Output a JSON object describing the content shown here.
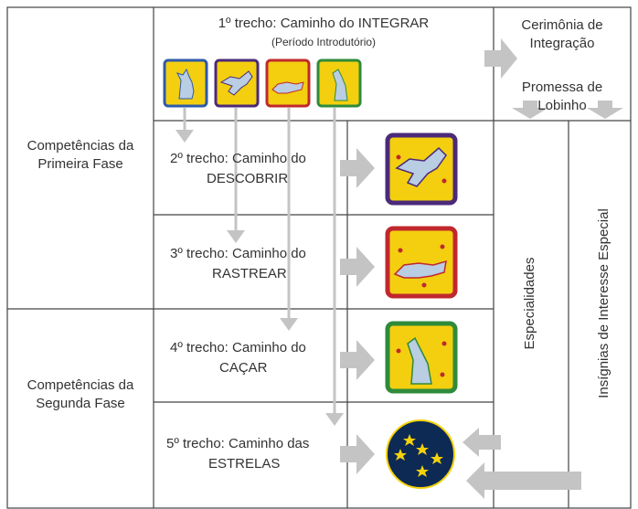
{
  "left_column": {
    "phase1": {
      "line1": "Competências da",
      "line2": "Primeira Fase"
    },
    "phase2": {
      "line1": "Competências da",
      "line2": "Segunda Fase"
    }
  },
  "stages": [
    {
      "title": "1º trecho: Caminho do INTEGRAR",
      "subtitle": "(Período Introdutório)"
    },
    {
      "line1": "2º trecho: Caminho do",
      "line2": "DESCOBRIR",
      "badge_color": "#4b2a7a",
      "icon": "wolf-leaping-icon"
    },
    {
      "line1": "3º trecho: Caminho do",
      "line2": "RASTREAR",
      "badge_color": "#c0282d",
      "icon": "wolf-tracking-icon"
    },
    {
      "line1": "4º trecho: Caminho do",
      "line2": "CAÇAR",
      "badge_color": "#2e8b3a",
      "icon": "wolf-howling-icon"
    },
    {
      "line1": "5º trecho: Caminho das",
      "line2": "ESTRELAS",
      "badge_color": "#0d2a55",
      "icon": "stars-badge-icon"
    }
  ],
  "right_column": {
    "ceremony": {
      "line1": "Cerimônia de",
      "line2": "Integração"
    },
    "promise": {
      "line1": "Promessa de",
      "line2": "Lobinho"
    },
    "specialties": "Especialidades",
    "special_interest": "Insígnias de Interesse Especial"
  },
  "colors": {
    "border": "#444444",
    "arrow": "#c4c4c4",
    "badge_yellow": "#f3cf0f",
    "star": "#f6d20a"
  }
}
